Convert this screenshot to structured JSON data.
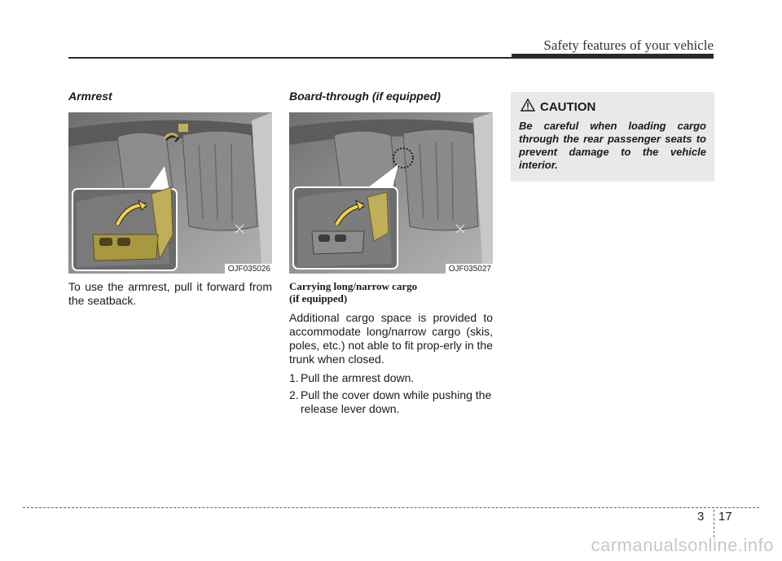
{
  "header": {
    "title": "Safety features of your vehicle"
  },
  "col1": {
    "heading": "Armrest",
    "figure_code": "OJF035026",
    "body": "To use the armrest, pull it forward from the seatback."
  },
  "col2": {
    "heading": "Board-through (if equipped)",
    "figure_code": "OJF035027",
    "subheading_line1": "Carrying long/narrow cargo",
    "subheading_line2": "(if equipped)",
    "body": "Additional cargo space is provided to accommodate long/narrow cargo (skis, poles, etc.) not able to fit prop-erly in the trunk when closed.",
    "steps": [
      {
        "num": "1.",
        "text": "Pull the armrest down."
      },
      {
        "num": "2.",
        "text": "Pull the cover down while pushing the release lever down."
      }
    ]
  },
  "caution": {
    "title": "CAUTION",
    "text": "Be careful when loading cargo through the rear passenger seats to prevent damage to the vehicle interior."
  },
  "footer": {
    "chapter": "3",
    "page": "17"
  },
  "watermark": "carmanualsonline.info",
  "icons": {
    "caution": "warning-triangle-icon",
    "arrow": "curved-arrow-icon"
  },
  "colors": {
    "highlight": "#bfae5a",
    "caution_bg": "#e8e9ea"
  }
}
